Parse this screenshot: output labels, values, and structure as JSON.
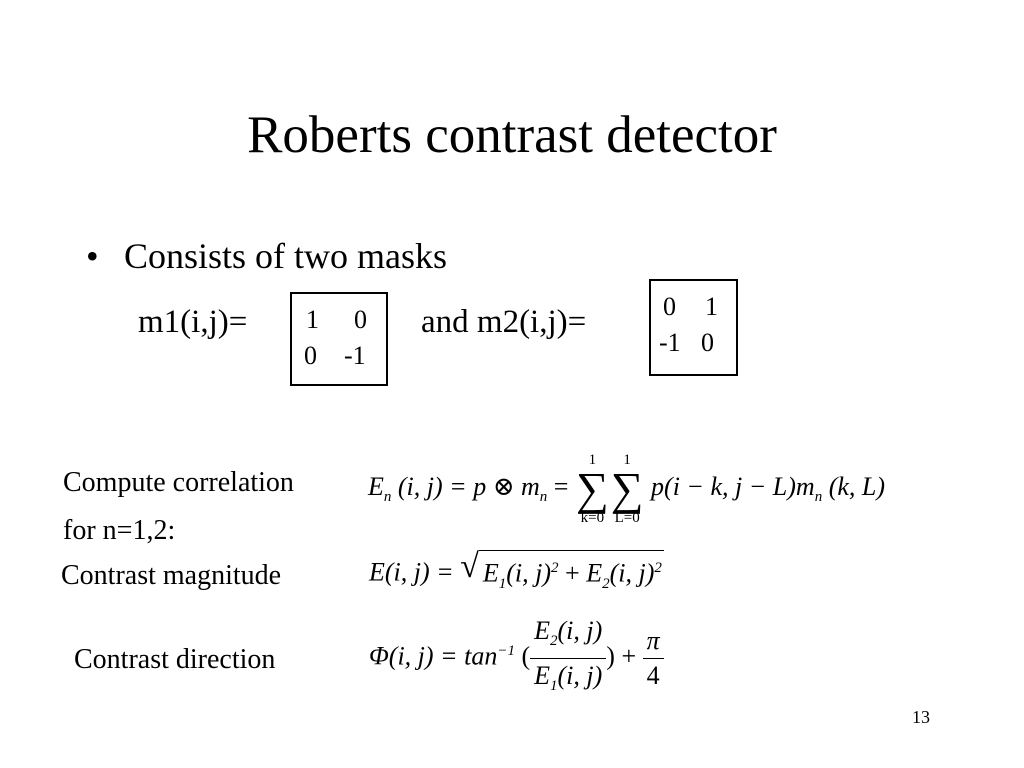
{
  "slide": {
    "title": "Roberts contrast detector",
    "bullet_symbol": "•",
    "bullet_text": "Consists of two masks",
    "mask1_label": "m1(i,j)=",
    "mask1": [
      [
        "1",
        "0"
      ],
      [
        "0",
        "-1"
      ]
    ],
    "and_label": "and m2(i,j)=",
    "mask2": [
      [
        "0",
        "1"
      ],
      [
        "-1",
        "0"
      ]
    ],
    "correlation_label_line1": "Compute correlation",
    "correlation_label_line2": "for n=1,2:",
    "magnitude_label": "Contrast magnitude",
    "direction_label": "Contrast direction",
    "page_number": "13"
  },
  "equations": {
    "correlation": {
      "lhs": "E",
      "lhs_sub": "n",
      "lhs_args": "(i, j) = p",
      "otimes": "⊗",
      "m": "m",
      "m_sub": "n",
      "eq": "=",
      "sum1_upper": "1",
      "sum1_lower": "k=0",
      "sum2_upper": "1",
      "sum2_lower": "L=0",
      "sigma": "∑",
      "body": "p(i − k, j − L)m",
      "body_sub": "n",
      "body_args": "(k, L)"
    },
    "magnitude": {
      "lhs": "E(i, j) =",
      "radical": "√",
      "t1": "E",
      "t1_sub": "1",
      "t1_args": "(i, j)",
      "t1_sup": "2",
      "plus": "+",
      "t2": "E",
      "t2_sub": "2",
      "t2_args": "(i, j)",
      "t2_sup": "2"
    },
    "direction": {
      "lhs": "Φ(i, j) = tan",
      "lhs_sup": "−1",
      "open": "(",
      "num": "E",
      "num_sub": "2",
      "num_args": "(i, j)",
      "den": "E",
      "den_sub": "1",
      "den_args": "(i, j)",
      "close": ") +",
      "pi": "π",
      "four": "4"
    }
  }
}
